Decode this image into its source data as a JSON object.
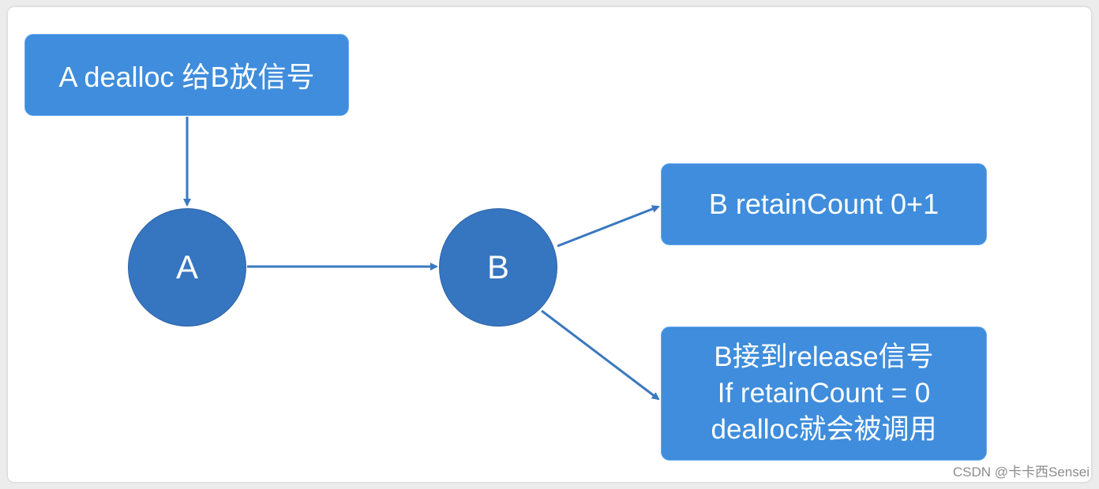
{
  "diagram": {
    "top_box": {
      "text": "A dealloc 给B放信号"
    },
    "node_a": {
      "label": "A"
    },
    "node_b": {
      "label": "B"
    },
    "retain_box": {
      "text": "B retainCount 0+1"
    },
    "release_box": {
      "lines": [
        "B接到release信号",
        "If retainCount = 0",
        "dealloc就会被调用"
      ]
    },
    "edges": [
      {
        "from": "top_box",
        "to": "node_a"
      },
      {
        "from": "node_a",
        "to": "node_b"
      },
      {
        "from": "node_b",
        "to": "retain_box"
      },
      {
        "from": "node_b",
        "to": "release_box"
      }
    ]
  },
  "watermark": {
    "text": "CSDN @卡卡西Sensei"
  },
  "colors": {
    "box_fill": "#3f8ddc",
    "node_fill": "#3675bf",
    "arrow": "#3a78c0",
    "background": "#ececec"
  }
}
